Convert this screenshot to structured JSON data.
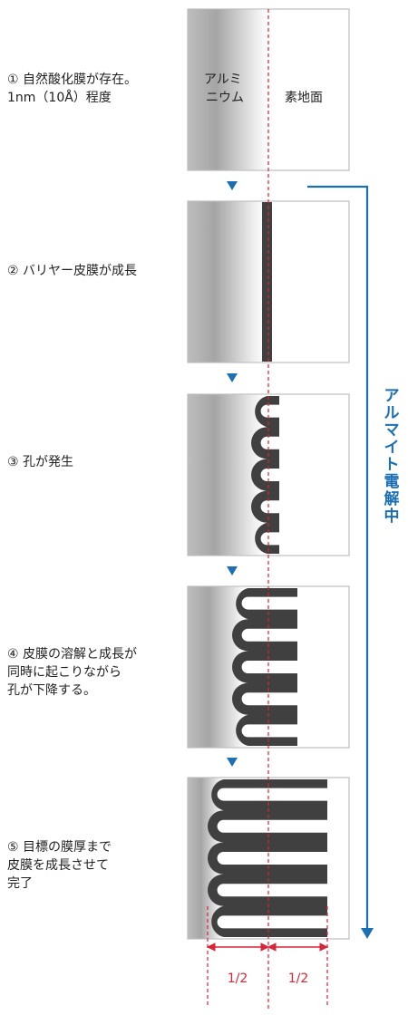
{
  "steps": [
    {
      "label": "① 自然酸化膜が存在。\n1nm（10Å）程度"
    },
    {
      "label": "② バリヤー皮膜が成長"
    },
    {
      "label": "③ 孔が発生"
    },
    {
      "label": "④ 皮膜の溶解と成長が\n同時に起こりながら\n孔が下降する。"
    },
    {
      "label": "⑤ 目標の膜厚まで\n皮膜を成長させて\n完了"
    }
  ],
  "first_panel": {
    "aluminum_label": "アルミ\nニウム",
    "substrate_label": "素地面"
  },
  "process_label": "アルマイト電解中",
  "dimension": {
    "left": "1/2",
    "right": "1/2"
  },
  "colors": {
    "accent_blue": "#1a6fb5",
    "red_dashed": "#d6263a",
    "film_dark": "#404040",
    "panel_border": "#bdbdbd"
  }
}
